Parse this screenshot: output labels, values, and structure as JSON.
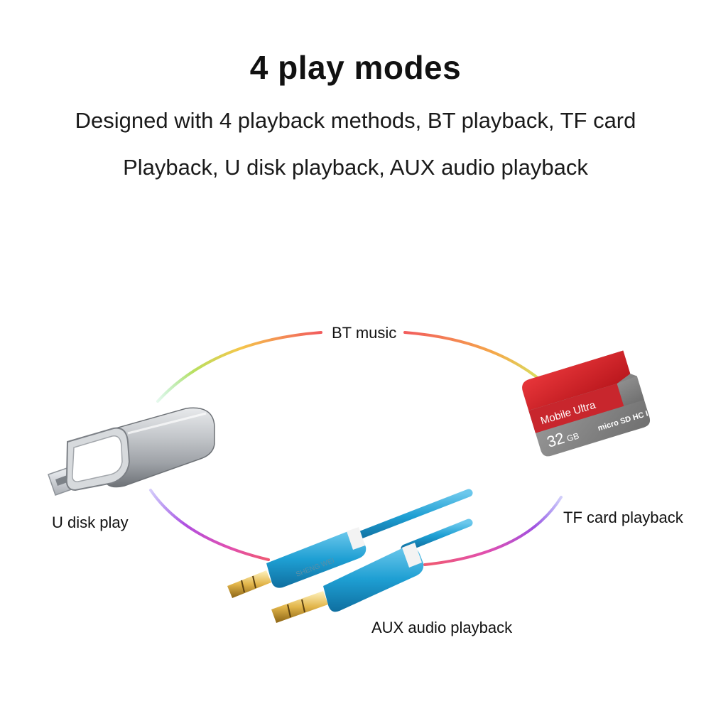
{
  "title": "4 play modes",
  "subtitle_line1": "Designed with 4 playback methods, BT playback, TF card",
  "subtitle_line2": "Playback, U disk playback, AUX audio playback",
  "labels": {
    "bt": "BT music",
    "udisk": "U disk play",
    "tf": "TF card playback",
    "aux": "AUX audio playback"
  },
  "sd_card": {
    "brand": "Mobile Ultra",
    "capacity": "32",
    "unit": "GB",
    "logo": "micro SD HC I"
  },
  "cable_print": "SHENG WEI",
  "colors": {
    "sd_red": "#d8232a",
    "sd_gray": "#8a8a8a",
    "cable_blue": "#1e9fd3",
    "usb_silver": "#b9bcc0"
  }
}
